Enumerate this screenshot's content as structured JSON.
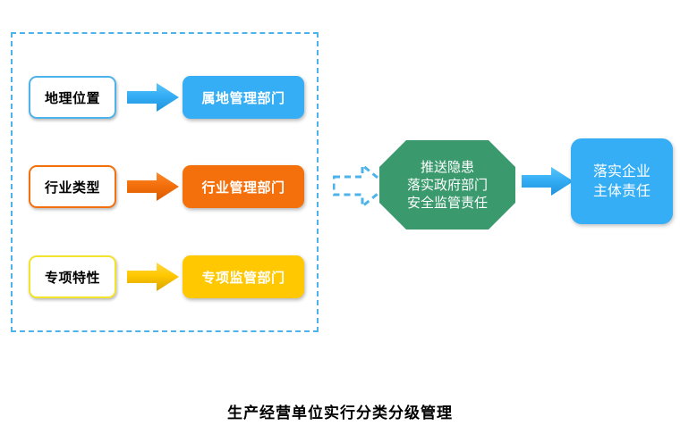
{
  "diagram": {
    "caption": "生产经营单位实行分类分级管理",
    "group_box": {
      "name": "classification-group",
      "border_color": "#4EB3EA",
      "border_style": "dashed"
    },
    "rows": [
      {
        "criteria_label": "地理位置",
        "arrow_icon": "right-arrow-icon",
        "department_label": "属地管理部门",
        "accent_color": "#35AEF5",
        "criteria_border_color": "#4EB3EA"
      },
      {
        "criteria_label": "行业类型",
        "arrow_icon": "right-arrow-icon",
        "department_label": "行业管理部门",
        "accent_color": "#F4700C",
        "criteria_border_color": "#F4700C"
      },
      {
        "criteria_label": "专项特性",
        "arrow_icon": "right-arrow-icon",
        "department_label": "专项监管部门",
        "accent_color": "#FFC800",
        "criteria_border_color": "#F2E32C"
      }
    ],
    "dashed_arrow": {
      "icon": "dashed-right-arrow-icon",
      "color": "#4EB3EA"
    },
    "process": {
      "shape": "octagon",
      "fill_color": "#3B9A6D",
      "lines": [
        "推送隐患",
        "落实政府部门",
        "安全监管责任"
      ]
    },
    "final_arrow": {
      "icon": "right-arrow-icon",
      "color": "#35AEF5"
    },
    "outcome": {
      "fill_color": "#35AEF5",
      "lines": [
        "落实企业",
        "主体责任"
      ]
    }
  }
}
